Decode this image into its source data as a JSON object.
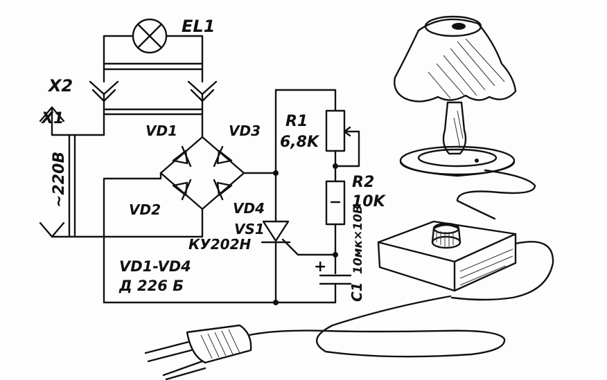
{
  "labels": {
    "el1": "EL1",
    "x2": "X2",
    "x1": "X1",
    "mains": "~220B",
    "vd1": "VD1",
    "vd2": "VD2",
    "vd3": "VD3",
    "vd4": "VD4",
    "r1": "R1",
    "r1_val": "6,8K",
    "r2": "R2",
    "r2_val": "10K",
    "vs1": "VS1",
    "vs1_type": "КУ202Н",
    "vd_range": "VD1-VD4",
    "vd_type": "Д 226 Б",
    "c1": "C1",
    "c1_val": "10мк×10В",
    "plus": "+"
  }
}
